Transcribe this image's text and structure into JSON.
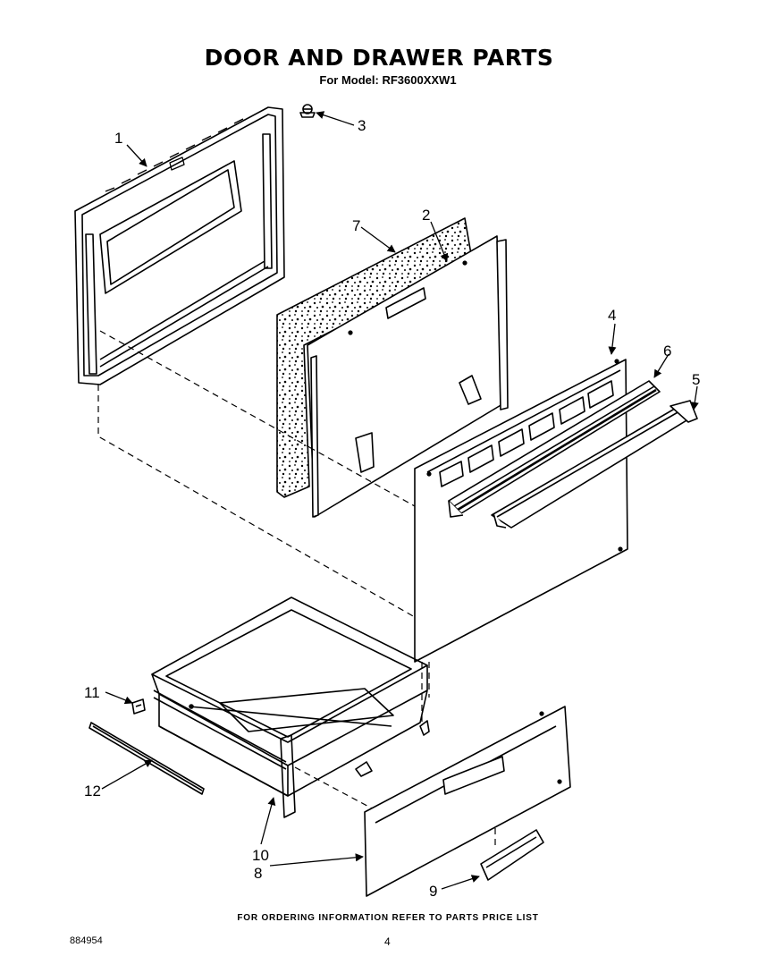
{
  "header": {
    "title": "DOOR AND DRAWER PARTS",
    "model_line": "For Model: RF3600XXW1"
  },
  "callouts": {
    "c1": "1",
    "c2": "2",
    "c3": "3",
    "c4": "4",
    "c5": "5",
    "c6": "6",
    "c7": "7",
    "c8": "8",
    "c9": "9",
    "c10": "10",
    "c11": "11",
    "c12": "12"
  },
  "footer": {
    "ordering_note": "FOR ORDERING INFORMATION REFER TO PARTS PRICE LIST",
    "doc_code": "884954",
    "page_number": "4"
  }
}
